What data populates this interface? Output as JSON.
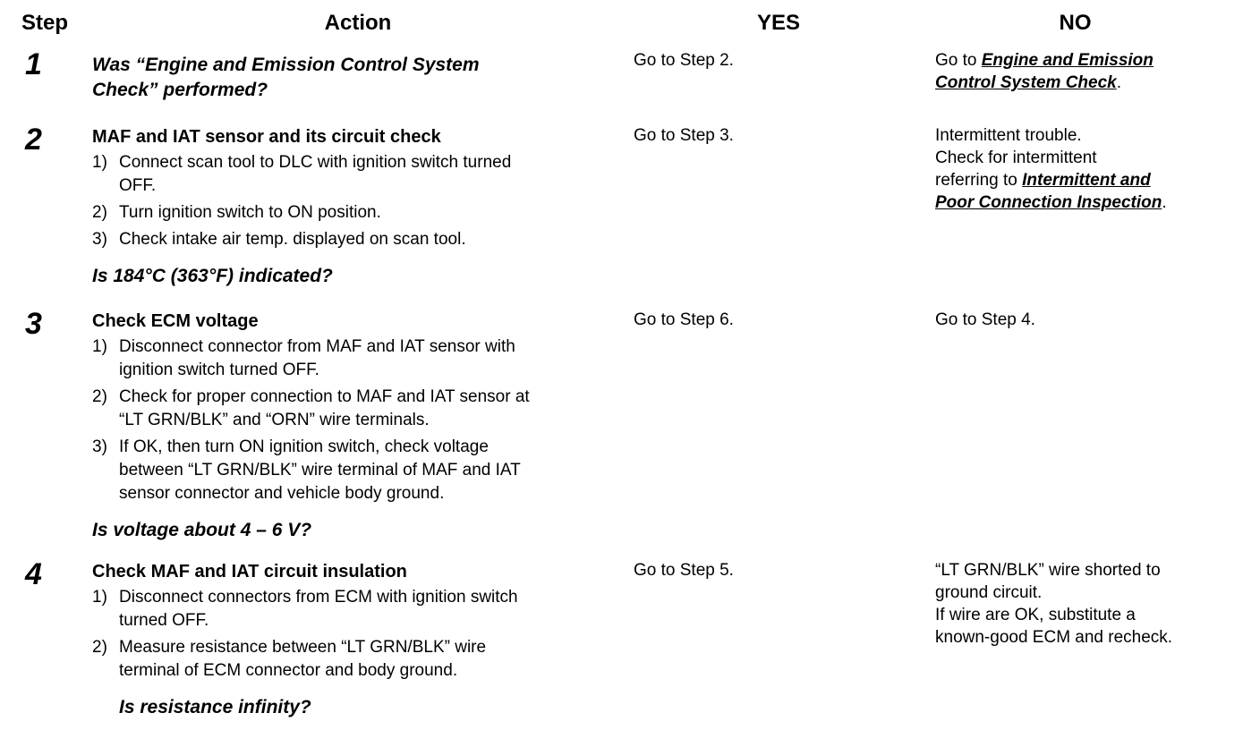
{
  "page": {
    "background_color": "#ffffff",
    "text_color": "#000000"
  },
  "table": {
    "headers": [
      {
        "id": "step",
        "label": "Step"
      },
      {
        "id": "action",
        "label": "Action"
      },
      {
        "id": "yes",
        "label": "YES"
      },
      {
        "id": "no",
        "label": "NO"
      }
    ],
    "rows": [
      {
        "step": "1",
        "action": {
          "title": null,
          "items": [],
          "question_lines": [
            "Was “Engine and Emission Control System",
            "Check” performed?"
          ],
          "question_indent": false
        },
        "yes": [
          [
            {
              "t": "Go to Step 2.",
              "link": false
            }
          ]
        ],
        "no": [
          [
            {
              "t": "Go to ",
              "link": false
            },
            {
              "t": "Engine and Emission",
              "link": true
            }
          ],
          [
            {
              "t": "Control System Check",
              "link": true
            },
            {
              "t": ".",
              "link": false
            }
          ]
        ]
      },
      {
        "step": "2",
        "action": {
          "title": "MAF and IAT sensor and its circuit check",
          "items": [
            {
              "num": "1)",
              "lines": [
                "Connect scan tool to DLC with ignition switch turned",
                "OFF."
              ]
            },
            {
              "num": "2)",
              "lines": [
                "Turn ignition switch to ON position."
              ]
            },
            {
              "num": "3)",
              "lines": [
                "Check intake air temp. displayed on scan tool."
              ]
            }
          ],
          "question_lines": [
            "Is 184°C (363°F) indicated?"
          ],
          "question_indent": false
        },
        "yes": [
          [
            {
              "t": "Go to Step 3.",
              "link": false
            }
          ]
        ],
        "no": [
          [
            {
              "t": "Intermittent trouble.",
              "link": false
            }
          ],
          [
            {
              "t": "Check for intermittent",
              "link": false
            }
          ],
          [
            {
              "t": "referring to ",
              "link": false
            },
            {
              "t": "Intermittent and",
              "link": true
            }
          ],
          [
            {
              "t": "Poor Connection Inspection",
              "link": true
            },
            {
              "t": ".",
              "link": false
            }
          ]
        ]
      },
      {
        "step": "3",
        "action": {
          "title": "Check ECM voltage",
          "items": [
            {
              "num": "1)",
              "lines": [
                "Disconnect connector from MAF and IAT sensor with",
                "ignition switch turned OFF."
              ]
            },
            {
              "num": "2)",
              "lines": [
                "Check for proper connection to MAF and IAT sensor at",
                "“LT GRN/BLK” and “ORN” wire terminals."
              ]
            },
            {
              "num": "3)",
              "lines": [
                "If OK, then turn ON ignition switch, check voltage",
                "between “LT GRN/BLK” wire terminal of MAF and IAT",
                "sensor connector and vehicle body ground."
              ]
            }
          ],
          "question_lines": [
            "Is voltage about 4 – 6 V?"
          ],
          "question_indent": false
        },
        "yes": [
          [
            {
              "t": "Go to Step 6.",
              "link": false
            }
          ]
        ],
        "no": [
          [
            {
              "t": "Go to Step 4.",
              "link": false
            }
          ]
        ]
      },
      {
        "step": "4",
        "action": {
          "title": "Check MAF and IAT circuit insulation",
          "items": [
            {
              "num": "1)",
              "lines": [
                "Disconnect connectors from ECM with ignition switch",
                "turned OFF."
              ]
            },
            {
              "num": "2)",
              "lines": [
                "Measure resistance between “LT GRN/BLK” wire",
                "terminal of ECM connector and body ground."
              ]
            }
          ],
          "question_lines": [
            "Is resistance infinity?"
          ],
          "question_indent": true
        },
        "yes": [
          [
            {
              "t": "Go to Step 5.",
              "link": false
            }
          ]
        ],
        "no": [
          [
            {
              "t": "“LT GRN/BLK” wire shorted to",
              "link": false
            }
          ],
          [
            {
              "t": "ground circuit.",
              "link": false
            }
          ],
          [
            {
              "t": "If wire are OK, substitute a",
              "link": false
            }
          ],
          [
            {
              "t": "known-good ECM and recheck.",
              "link": false
            }
          ]
        ]
      }
    ]
  }
}
